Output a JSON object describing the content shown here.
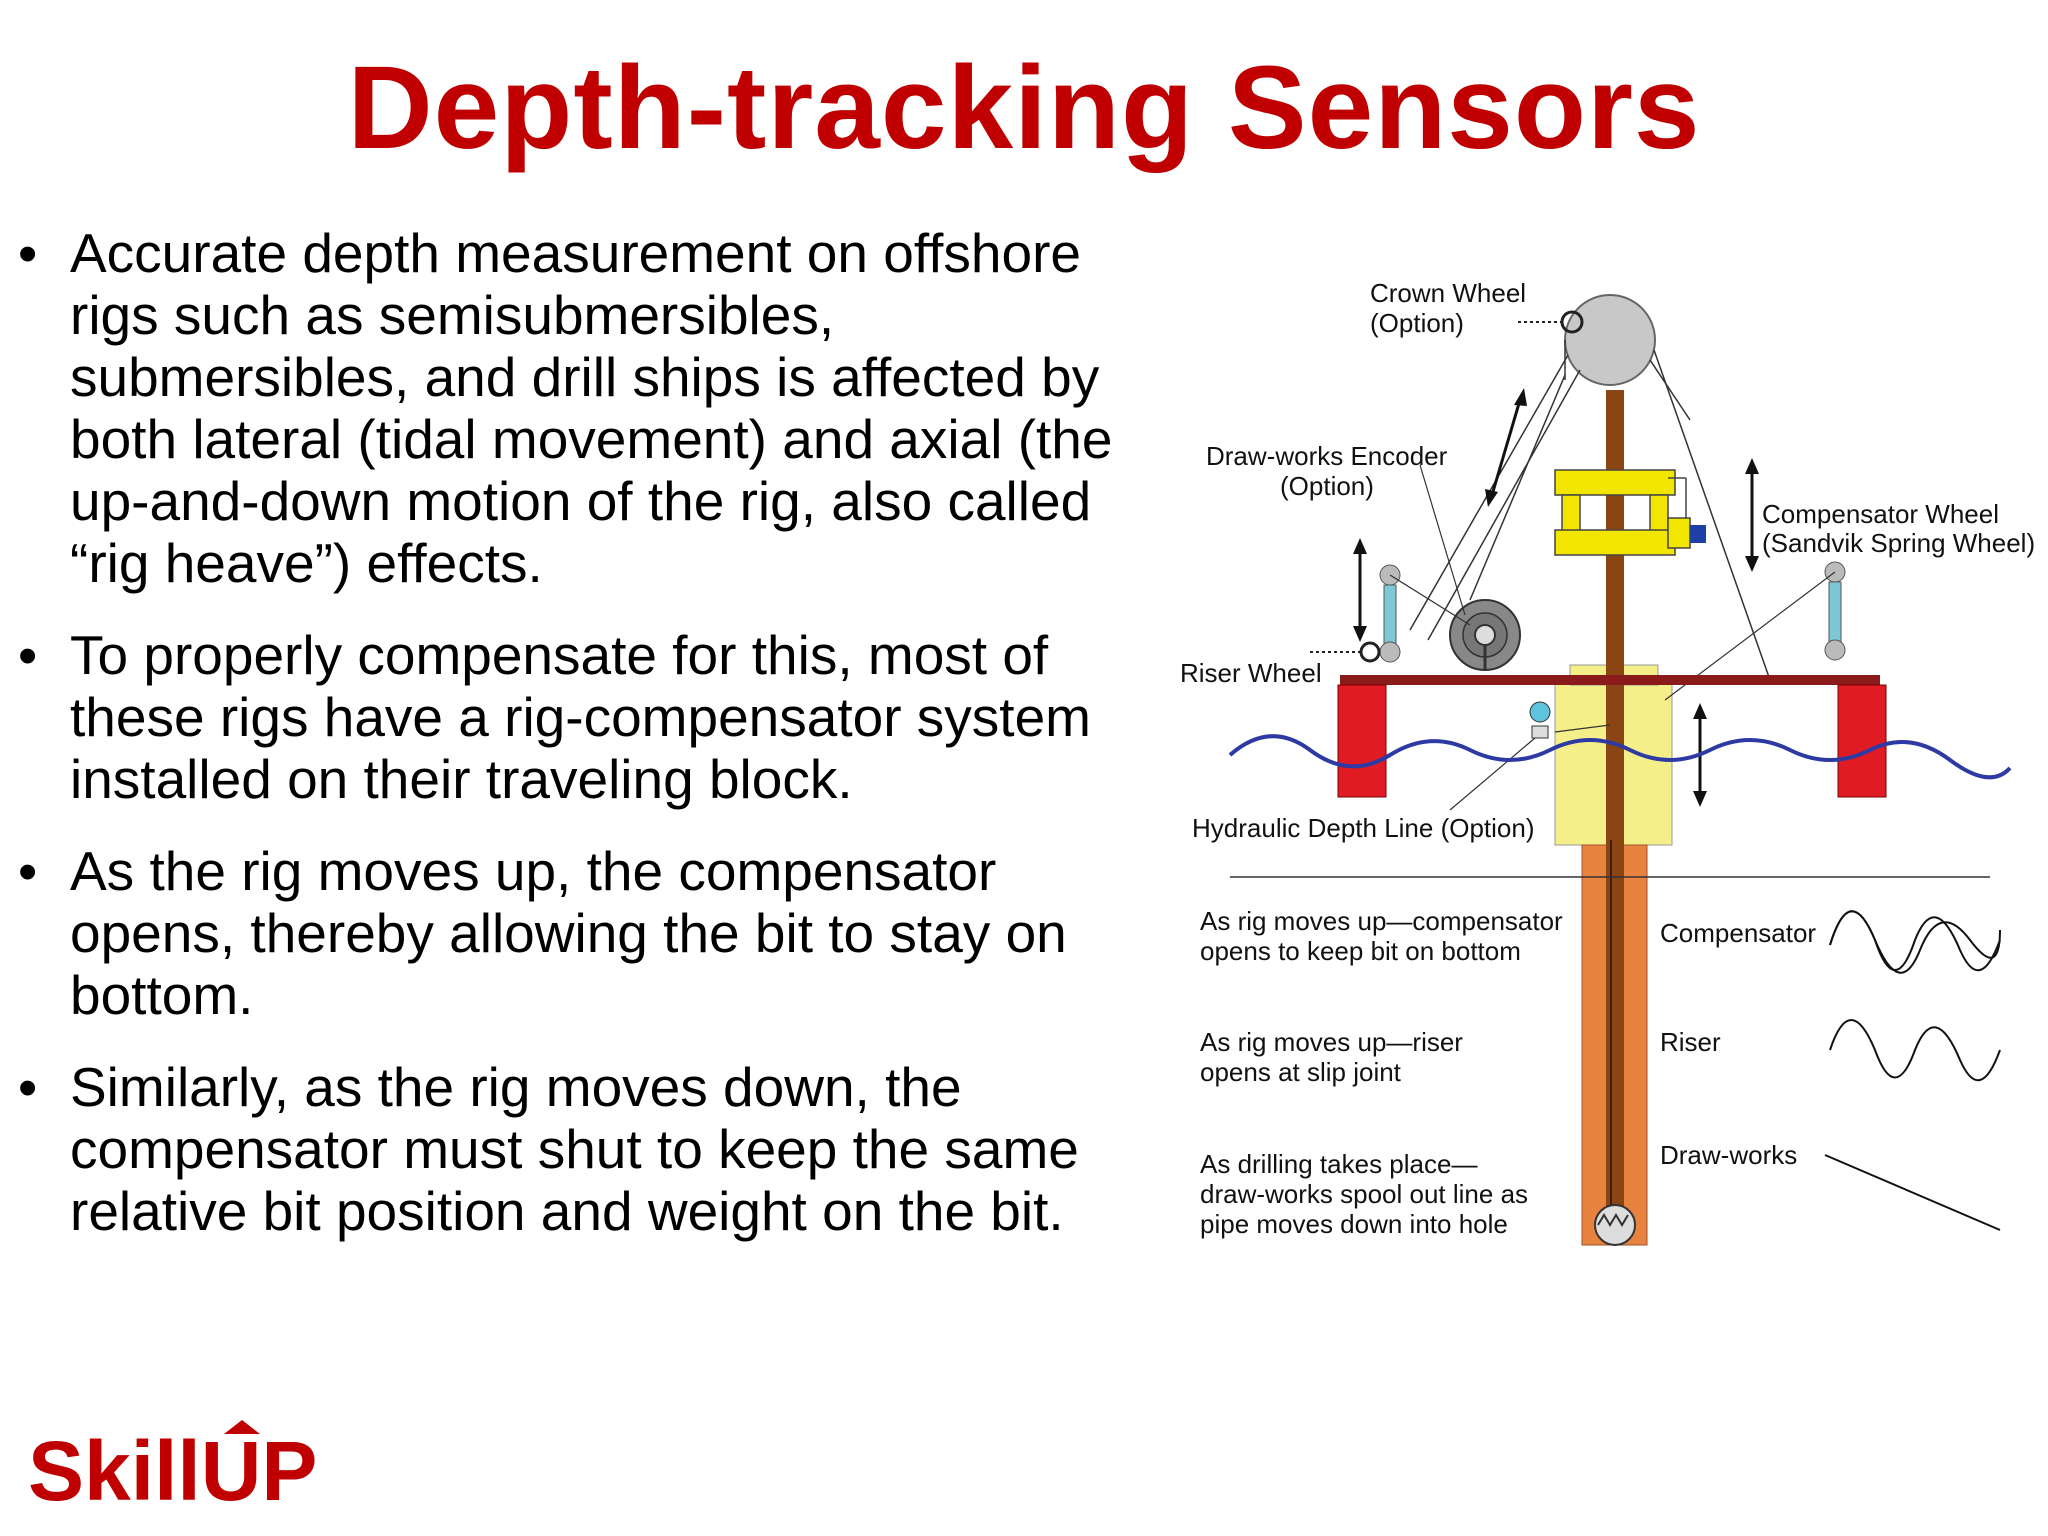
{
  "slide": {
    "title": "Depth-tracking Sensors"
  },
  "bullets": [
    "Accurate depth measurement on offshore rigs such as semisubmersibles, submersibles, and drill ships is affected by both lateral (tidal movement) and axial (the up-and-down motion of the rig, also called “rig heave”) effects.",
    "To properly compensate for this, most of these rigs have a rig-compensator system installed on their traveling block.",
    "As the rig moves up, the compensator opens, thereby allowing the bit to stay on bottom.",
    "Similarly, as the rig moves down, the compensator must shut to keep the same relative bit position and weight on the bit."
  ],
  "diagram": {
    "labels": {
      "crown_wheel_1": "Crown Wheel",
      "crown_wheel_2": "(Option)",
      "encoder_1": "Draw-works Encoder",
      "encoder_2": "(Option)",
      "comp_wheel_1": "Compensator Wheel",
      "comp_wheel_2": "(Sandvik Spring Wheel)",
      "riser_wheel": "Riser Wheel",
      "hydraulic": "Hydraulic Depth Line (Option)"
    },
    "legend": [
      {
        "lines": [
          "As rig moves up—compensator",
          "opens to keep bit on bottom"
        ],
        "label": "Compensator"
      },
      {
        "lines": [
          "As rig moves up—riser",
          "opens at slip joint"
        ],
        "label": "Riser"
      },
      {
        "lines": [
          "As drilling takes place—",
          "draw-works spool out line as",
          "pipe moves down into hole"
        ],
        "label": "Draw-works"
      }
    ]
  },
  "logo": {
    "text": "SkillUP"
  },
  "colors": {
    "title": "#c00000",
    "pipe": "#e8823f",
    "drillstring": "#8b4513",
    "block": "#f2e600",
    "sea": "#2e3aa3",
    "platform": "#8b1a1a",
    "pontoon": "#e01b24",
    "riser": "#f5ef8a",
    "cylinder": "#7ec8d6"
  }
}
